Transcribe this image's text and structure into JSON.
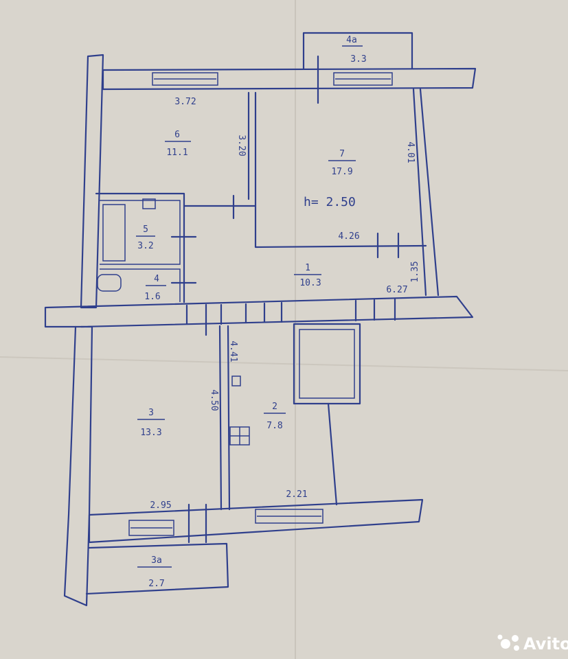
{
  "rooms": [
    {
      "id": "6",
      "area": "11.1"
    },
    {
      "id": "7",
      "area": "17.9"
    },
    {
      "id": "5",
      "area": "3.2"
    },
    {
      "id": "4",
      "area": "1.6"
    },
    {
      "id": "1",
      "area": "10.3"
    },
    {
      "id": "3",
      "area": "13.3"
    },
    {
      "id": "2",
      "area": "7.8"
    },
    {
      "id": "4a",
      "area": "3.3"
    },
    {
      "id": "3a",
      "area": "2.7"
    }
  ],
  "balconies": {
    "top_id": "4a",
    "bottom_id": "3a"
  },
  "dimensions": {
    "d372": "3.72",
    "d320": "3.20",
    "d401": "4.01",
    "d426": "4.26",
    "d135": "1.35",
    "d627": "6.27",
    "d441": "4.41",
    "d450": "4.50",
    "d295": "2.95",
    "d221": "2.21"
  },
  "ceiling_height": "h= 2.50",
  "watermark": "Avito",
  "colors": {
    "paper": "#d9d5cd",
    "ink": "#2f3f8c"
  }
}
